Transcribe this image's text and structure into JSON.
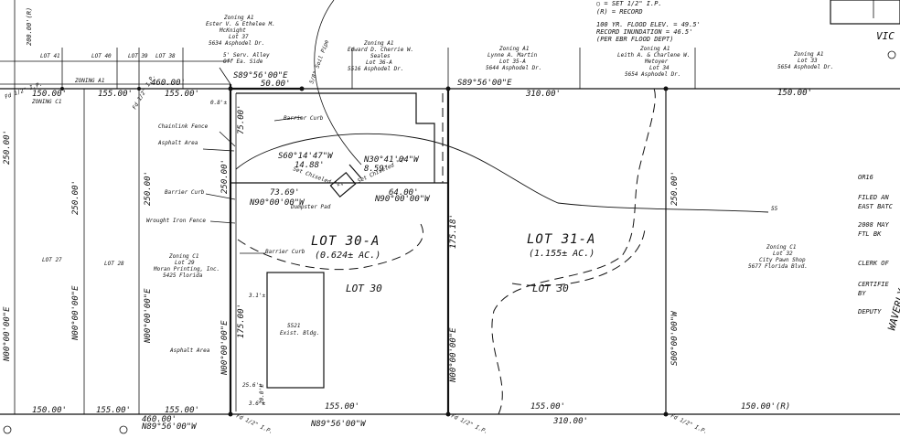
{
  "legend": {
    "ip": "○ = SET 1/2\" I.P.",
    "record": "(R) = RECORD",
    "flood_elev": "100 YR. FLOOD ELEV. = 49.5'",
    "inundation": "RECORD INUNDATION = 46.5'",
    "source": "(PER EBR FLOOD DEPT)"
  },
  "top_lots": [
    {
      "zoning": "Zoning A1",
      "owner": "Ester V. & Ethelee M.",
      "owner2": "McKnight",
      "lot": "Lot 37",
      "addr": "5634 Asphodel Dr."
    },
    {
      "zoning": "Zoning A1",
      "owner": "Edward D. Cherrie W.",
      "owner2": "Seales",
      "lot": "Lot 36-A",
      "addr": "5516 Asphodel Dr."
    },
    {
      "zoning": "Zoning A1",
      "owner": "Lynne A. Martin",
      "owner2": "",
      "lot": "Lot 35-A",
      "addr": "5644 Asphodel Dr."
    },
    {
      "zoning": "Zoning A1",
      "owner": "Leith A. & Charlene W.",
      "owner2": "Metoyer",
      "lot": "Lot 34",
      "addr": "5654 Asphodel Dr."
    },
    {
      "zoning": "Zoning A1",
      "owner": "",
      "owner2": "",
      "lot": "Lot 33",
      "addr": "5654 Asphodel Dr."
    }
  ],
  "left_lots": {
    "lot41": "LOT 41",
    "lot40": "LOT 40",
    "lot39": "LOT 39",
    "lot38": "LOT 38",
    "zoning_a1": "ZONING A1",
    "zoning_c1": "ZONING C1",
    "lot27": "LOT 27",
    "lot28": "LOT 28"
  },
  "lot29": {
    "zoning": "Zoning C1",
    "lot": "Lot 29",
    "name": "Moran Printing, Inc.",
    "addr": "5425 Florida"
  },
  "lot32": {
    "zoning": "Zoning C1",
    "lot": "Lot 32",
    "name": "City Pawn Shop",
    "addr": "5677 Florida Blvd."
  },
  "alley": {
    "line1": "5' Serv. Alley",
    "line2": "Off Ea. Side"
  },
  "bearings": {
    "top": "S89°56'00\"E",
    "top2": "S89°56'00\"E",
    "bottom": "N89°56'00\"W",
    "bottom2": "N89°56'00\"W",
    "west": "N00°00'00\"E",
    "west_left1": "N00°00'00\"E",
    "west_left2": "N00°00'00\"E",
    "west_left3": "N00°00'00\"E",
    "mid": "N00°00'00\"E",
    "east": "S00°00'00\"W",
    "s60": "S60°14'47\"W",
    "n30": "N30°41'04\"W",
    "n90a": "N90°00'00\"W",
    "n90b": "N90°00'00\"W"
  },
  "distances": {
    "d200": "200.00'(R)",
    "d150a": "150.00'",
    "d155a": "155.00'",
    "d460a": "460.00'",
    "d155b": "155.00'",
    "d50": "50.00'",
    "d310a": "310.00'",
    "d150b": "150.00'",
    "d08": "0.8'±",
    "d75": "75.00'",
    "d250a": "250.00'",
    "d250b": "250.00'",
    "d250c": "250.00'",
    "d250d": "250.00'",
    "d250e": "250.00'",
    "d1488": "14.88'",
    "d859": "8.59'",
    "d7369": "73.69'",
    "d6400": "64.00'",
    "d17518": "175.18'",
    "d175": "175.00'",
    "d31": "3.1'±",
    "d256": "25.6'±",
    "d200b": "20.0'±",
    "d36": "3.6'±",
    "d150c": "150.00'",
    "d155c": "155.00'",
    "d155d": "155.00'",
    "d460b": "460.00'",
    "d155e": "155.00'",
    "d310b": "310.00'",
    "d150r": "150.00'(R)"
  },
  "labels": {
    "barrier_curb1": "Barrier Curb",
    "barrier_curb2": "Barrier Curb",
    "barrier_curb3": "Barrier Curb",
    "chainlink": "Chainlink Fence",
    "asphalt1": "Asphalt Area",
    "asphalt2": "Asphalt Area",
    "iron_fence": "Wrought Iron Fence",
    "dumpster": "Dumpster Pad",
    "set_chiseled1": "Set Chiseled \"+\"",
    "set_chiseled2": "Set Chiseled \"+\"",
    "soil_pipe": "5/8\" Soil Pipe",
    "bldg1": "5521",
    "bldg2": "Exist. Bldg.",
    "lot30a": "LOT 30-A",
    "lot30a_ac": "(0.624± AC.)",
    "lot31a": "LOT 31-A",
    "lot31a_ac": "(1.155± AC.)",
    "lot30_left": "LOT 30",
    "lot30_right": "LOT 30",
    "contour": "55",
    "street": "WAVERLY DR.",
    "vic": "VIC",
    "ip1": "Fd 1/2\" I.P.",
    "ip2": "Fd 1/2\" I.P.",
    "ip3": "Fd 1/2\" I.P.",
    "ip4": "Fd 1/2\" I.P.",
    "ip5": "Fd 1/2\" I.P."
  },
  "right_notes": [
    "OR16",
    "FILED AN",
    "EAST BATC",
    "2008 MAY",
    "FTL BK",
    "CLERK OF",
    "CERTIFIE",
    "BY",
    "DEPUTY"
  ]
}
